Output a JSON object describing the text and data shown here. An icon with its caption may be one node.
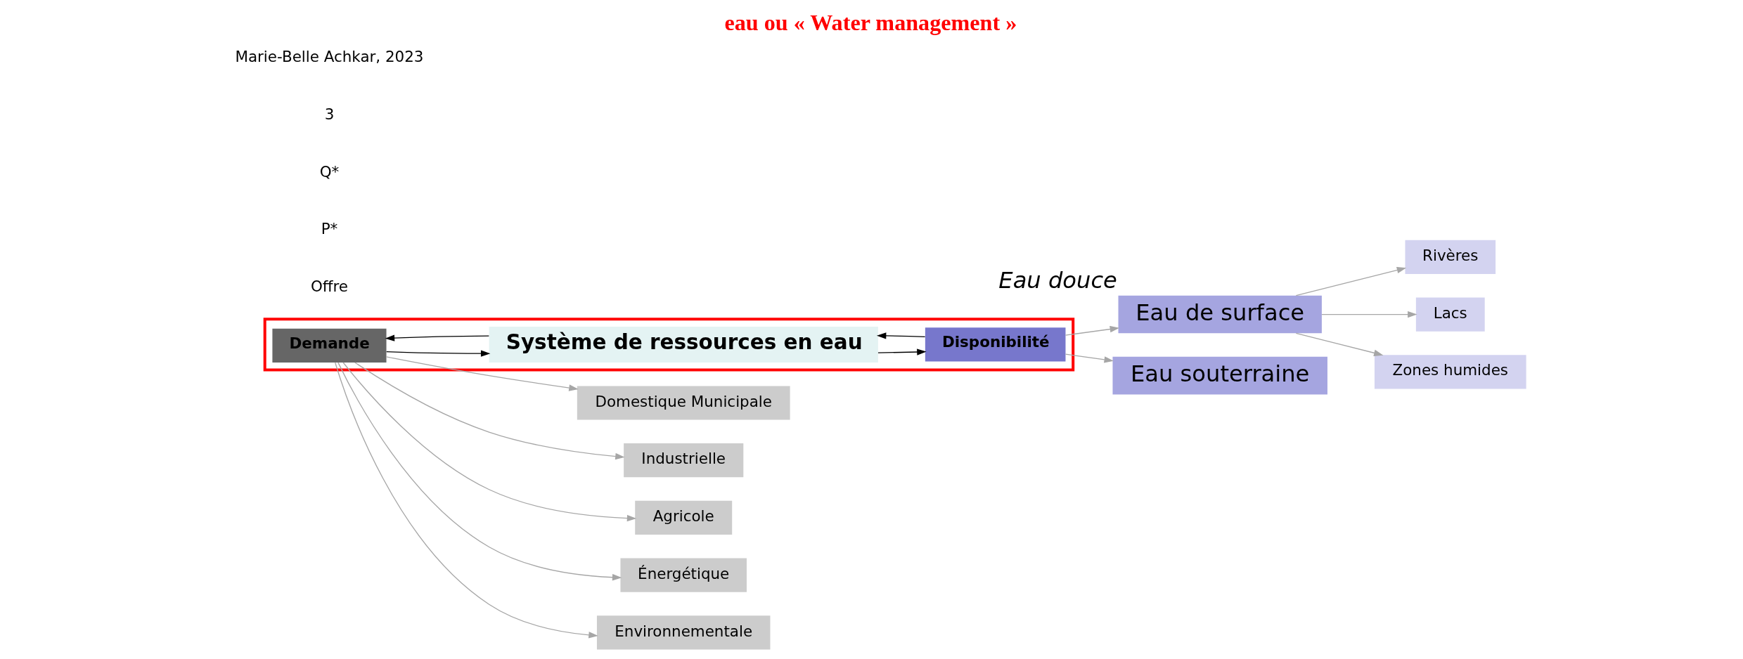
{
  "diagram": {
    "title": "eau ou « Water management »",
    "nodes": [
      {
        "text": [],
        "shape": "box"
      },
      {
        "text": [
          "Demande"
        ],
        "in": 0
      },
      {
        "text": [
          "Système de ressources en eau"
        ],
        "in": 0
      },
      {
        "text": [
          "Disponibilité"
        ],
        "in": 0
      },
      {
        "text": [
          "Domestique Municipale"
        ]
      },
      {
        "text": [
          "Industrielle"
        ]
      },
      {
        "text": [
          "Agricole"
        ]
      },
      {
        "text": [
          "Énergétique"
        ]
      },
      {
        "text": [
          "Environnementale"
        ]
      },
      {
        "text": [
          "Eau de surface"
        ],
        "beside": [
          "Eau douce"
        ]
      },
      {
        "text": [
          "Eau souterraine"
        ]
      },
      {
        "text": [
          "Rivères"
        ]
      },
      {
        "text": [
          "Lacs"
        ]
      },
      {
        "text": [
          "Zones humides"
        ]
      }
    ],
    "edges": [
      {
        "from": 1,
        "to": 2,
        "arrow": "to",
        "color": "#000000"
      },
      {
        "from": 2,
        "to": 1,
        "arrow": "to",
        "color": "#000000"
      },
      {
        "from": 3,
        "to": 2,
        "arrow": "to",
        "color": "#000000"
      },
      {
        "from": 2,
        "to": 3,
        "arrow": "to",
        "color": "#000000"
      },
      {
        "from": 1,
        "to": 4,
        "arrow": "to"
      },
      {
        "from": 1,
        "to": 5,
        "arrow": "to"
      },
      {
        "from": 1,
        "to": 6,
        "arrow": "to"
      },
      {
        "from": 1,
        "to": 7,
        "arrow": "to"
      },
      {
        "from": 1,
        "to": 8,
        "arrow": "to"
      },
      {
        "from": 3,
        "to": 9,
        "arrow": "to"
      },
      {
        "from": 3,
        "to": 10,
        "arrow": "to"
      },
      {
        "from": 9,
        "to": 11,
        "arrow": "to"
      },
      {
        "from": 9,
        "to": 12,
        "arrow": "to"
      },
      {
        "from": 9,
        "to": 13,
        "arrow": "to"
      }
    ],
    "labels": [
      "Offre",
      "P*",
      "Q*",
      "3",
      "Marie-Belle Achkar, 2023"
    ]
  }
}
